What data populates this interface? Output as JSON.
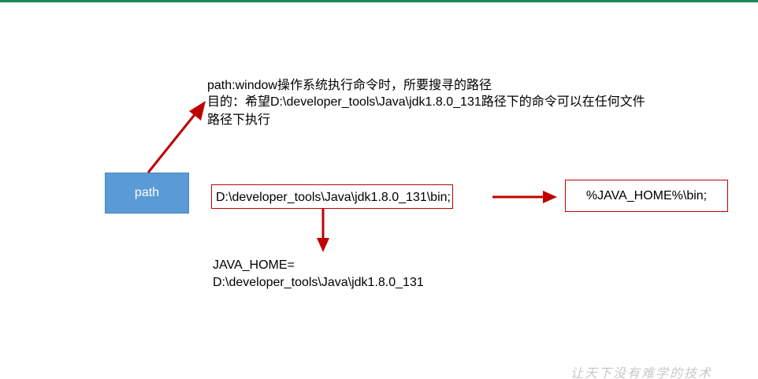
{
  "description": {
    "line_1": "path:window操作系统执行命令时，所要搜寻的路径",
    "line_2": "目的：希望D:\\developer_tools\\Java\\jdk1.8.0_131路径下的命令可以在任何文件",
    "line_3": "路径下执行"
  },
  "path_box": {
    "label": "path"
  },
  "path_value": {
    "text": "D:\\developer_tools\\Java\\jdk1.8.0_131\\bin;"
  },
  "java_home_ref": {
    "text": "%JAVA_HOME%\\bin;"
  },
  "java_home_def": {
    "line_1": "JAVA_HOME=",
    "line_2": "D:\\developer_tools\\Java\\jdk1.8.0_131"
  },
  "watermark": {
    "text": "让天下没有难学的技术"
  },
  "colors": {
    "arrow": "#c00000",
    "box_fill": "#5b9bd5",
    "box_text": "#ffffff",
    "highlight_border": "#c00000",
    "top_bar": "#1a8a5a"
  }
}
